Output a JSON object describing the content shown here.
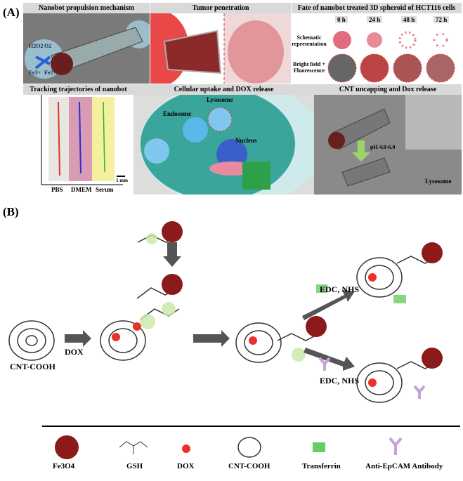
{
  "panel_a": {
    "label": "(A)",
    "propulsion": {
      "title": "Nanobot propulsion mechanism",
      "labels": [
        "H2O2",
        "O2",
        "Fe3+",
        "Fe2+"
      ]
    },
    "tumor": {
      "title": "Tumor penetration"
    },
    "fate": {
      "title": "Fate of nanobot treated 3D spheroid of HCT116 cells",
      "times": [
        "0 h",
        "24 h",
        "48 h",
        "72 h"
      ],
      "row1": "Schematic representation",
      "row2": "Bright field + Fluorescence"
    },
    "tracking": {
      "title": "Tracking trajectories of nanobot",
      "media": [
        "PBS",
        "DMEM",
        "Serum"
      ],
      "scale": "1 mm"
    },
    "cellular": {
      "title": "Cellular uptake and DOX release",
      "labels": {
        "lysosome": "Lysosome",
        "endosome": "Endosome",
        "nucleus": "Nucleus"
      }
    },
    "uncapping": {
      "title": "CNT uncapping and Dox release",
      "ph": "pH 4.0-6.0",
      "lysosome": "Lysosome"
    }
  },
  "panel_b": {
    "label": "(B)",
    "cnt_label": "CNT-COOH",
    "dox_label": "DOX",
    "edc1": "EDC, NHS",
    "edc2": "EDC, NHS",
    "legend": [
      "Fe3O4",
      "GSH",
      "DOX",
      "CNT-COOH",
      "Transferrin",
      "Anti-EpCAM Antibody"
    ]
  },
  "colors": {
    "fe3o4": "#8b1a1a",
    "dox": "#e8322a",
    "antibody": "#c9a3d6",
    "gsh_highlight": "#c8e8a8",
    "arrow": "#555555"
  }
}
